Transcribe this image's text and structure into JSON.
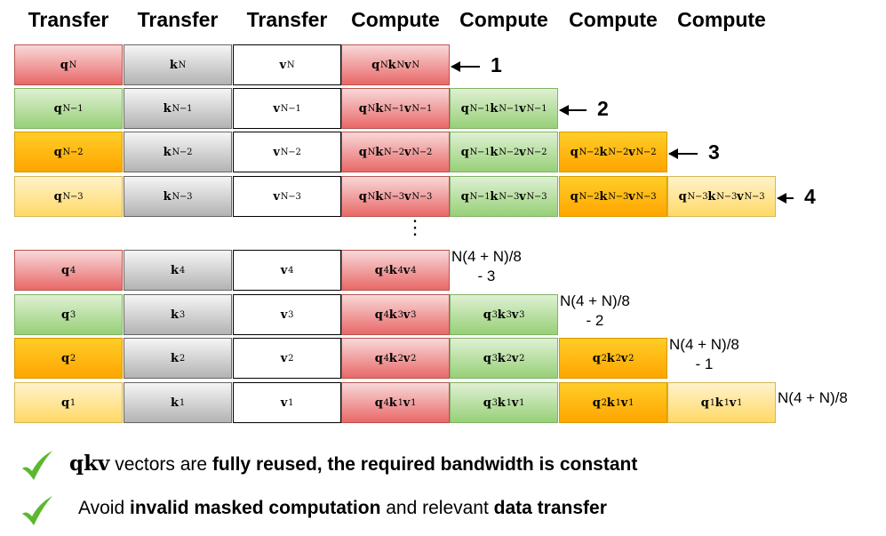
{
  "headers": [
    "Transfer",
    "Transfer",
    "Transfer",
    "Compute",
    "Compute",
    "Compute",
    "Compute"
  ],
  "rows_top": [
    {
      "q": [
        "q",
        "N"
      ],
      "k": [
        "k",
        "N"
      ],
      "v": [
        "v",
        "N"
      ],
      "computes": [
        {
          "color": "red",
          "q": "N",
          "k": "N",
          "v": "N"
        }
      ],
      "arrow_label": "1"
    },
    {
      "q": [
        "q",
        "N−1"
      ],
      "k": [
        "k",
        "N−1"
      ],
      "v": [
        "v",
        "N−1"
      ],
      "computes": [
        {
          "color": "red",
          "q": "N",
          "k": "N−1",
          "v": "N−1"
        },
        {
          "color": "green",
          "q": "N−1",
          "k": "N−1",
          "v": "N−1"
        }
      ],
      "arrow_label": "2"
    },
    {
      "q": [
        "q",
        "N−2"
      ],
      "k": [
        "k",
        "N−2"
      ],
      "v": [
        "v",
        "N−2"
      ],
      "computes": [
        {
          "color": "red",
          "q": "N",
          "k": "N−2",
          "v": "N−2"
        },
        {
          "color": "green",
          "q": "N−1",
          "k": "N−2",
          "v": "N−2"
        },
        {
          "color": "orange",
          "q": "N−2",
          "k": "N−2",
          "v": "N−2"
        }
      ],
      "arrow_label": "3"
    },
    {
      "q": [
        "q",
        "N−3"
      ],
      "k": [
        "k",
        "N−3"
      ],
      "v": [
        "v",
        "N−3"
      ],
      "computes": [
        {
          "color": "red",
          "q": "N",
          "k": "N−3",
          "v": "N−3"
        },
        {
          "color": "green",
          "q": "N−1",
          "k": "N−3",
          "v": "N−3"
        },
        {
          "color": "orange",
          "q": "N−2",
          "k": "N−3",
          "v": "N−3"
        },
        {
          "color": "yellow",
          "q": "N−3",
          "k": "N−3",
          "v": "N−3"
        }
      ],
      "arrow_label": "4"
    }
  ],
  "rows_bottom": [
    {
      "q": [
        "q",
        "4"
      ],
      "k": [
        "k",
        "4"
      ],
      "v": [
        "v",
        "4"
      ],
      "computes": [
        {
          "color": "red",
          "q": "4",
          "k": "4",
          "v": "4"
        }
      ],
      "note": [
        "N(4 + N)/8",
        "- 3"
      ]
    },
    {
      "q": [
        "q",
        "3"
      ],
      "k": [
        "k",
        "3"
      ],
      "v": [
        "v",
        "3"
      ],
      "computes": [
        {
          "color": "red",
          "q": "4",
          "k": "3",
          "v": "3"
        },
        {
          "color": "green",
          "q": "3",
          "k": "3",
          "v": "3"
        }
      ],
      "note": [
        "N(4 + N)/8",
        "- 2"
      ]
    },
    {
      "q": [
        "q",
        "2"
      ],
      "k": [
        "k",
        "2"
      ],
      "v": [
        "v",
        "2"
      ],
      "computes": [
        {
          "color": "red",
          "q": "4",
          "k": "2",
          "v": "2"
        },
        {
          "color": "green",
          "q": "3",
          "k": "2",
          "v": "2"
        },
        {
          "color": "orange",
          "q": "2",
          "k": "2",
          "v": "2"
        }
      ],
      "note": [
        "N(4 + N)/8",
        "- 1"
      ]
    },
    {
      "q": [
        "q",
        "1"
      ],
      "k": [
        "k",
        "1"
      ],
      "v": [
        "v",
        "1"
      ],
      "computes": [
        {
          "color": "red",
          "q": "4",
          "k": "1",
          "v": "1"
        },
        {
          "color": "green",
          "q": "3",
          "k": "1",
          "v": "1"
        },
        {
          "color": "orange",
          "q": "2",
          "k": "1",
          "v": "1"
        },
        {
          "color": "yellow",
          "q": "1",
          "k": "1",
          "v": "1"
        }
      ],
      "note": [
        "N(4 + N)/8"
      ]
    }
  ],
  "q_colors_top": [
    "red",
    "green",
    "orange",
    "yellow"
  ],
  "q_colors_bottom": [
    "red",
    "green",
    "orange",
    "yellow"
  ],
  "ellipsis": "⋮",
  "bullets": {
    "b1_vec": "qkv",
    "b1_text1": " vectors are ",
    "b1_bold": "fully reused, the required bandwidth is constant",
    "b2_text1": "Avoid ",
    "b2_bold1": "invalid masked computation",
    "b2_text2": " and relevant ",
    "b2_bold2": "data transfer"
  },
  "check_icon": "check-icon",
  "check_color": "#5cb82e"
}
